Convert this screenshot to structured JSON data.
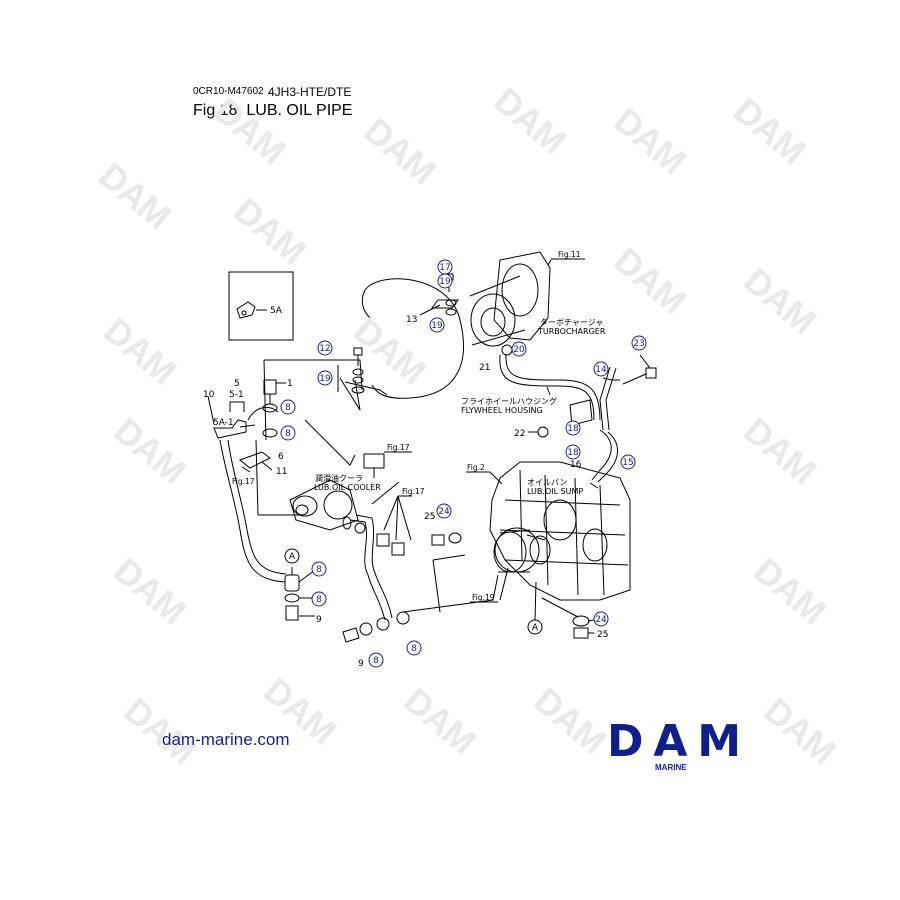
{
  "header": {
    "doc_code": "0CR10-M47602",
    "model": "4JH3-HTE/DTE",
    "title": "Fig.18.  LUB. OIL PIPE"
  },
  "watermark": {
    "text": "DAM",
    "color": "#e9e9e9"
  },
  "footer": {
    "url": "dam-marine.com",
    "logo_text": "DAM",
    "logo_sub": "MARINE",
    "brand_color": "#0f1f8c",
    "url_color": "#1a1f8f"
  },
  "diagram": {
    "fig_refs": {
      "fig11": "Fig.11",
      "fig17a": "Fig.17",
      "fig17b": "Fig.17",
      "fig17c": "Fig.17",
      "fig2": "Fig.2",
      "fig19": "Fig.19"
    },
    "labels": {
      "turbo_jp": "ターボチャージャ",
      "turbo_en": "TURBOCHARGER",
      "flywheel_jp": "フライホイールハウジング",
      "flywheel_en": "FLYWHEEL HOUSING",
      "cooler_jp": "潤滑油クーラ",
      "cooler_en": "LUB.OIL COOLER",
      "sump_jp": "オイルパン",
      "sump_en": "LUB.OIL SUMP"
    },
    "circled_parts": [
      "17",
      "19",
      "19",
      "20",
      "12",
      "19",
      "8",
      "8",
      "23",
      "14",
      "18",
      "15",
      "18",
      "24",
      "8",
      "8",
      "8",
      "8",
      "24",
      "A",
      "A"
    ],
    "plain_parts": [
      "13",
      "21",
      "1",
      "5",
      "5-1",
      "10",
      "5A-1",
      "6",
      "11",
      "22",
      "16",
      "25",
      "9",
      "9",
      "25",
      "5A"
    ]
  }
}
